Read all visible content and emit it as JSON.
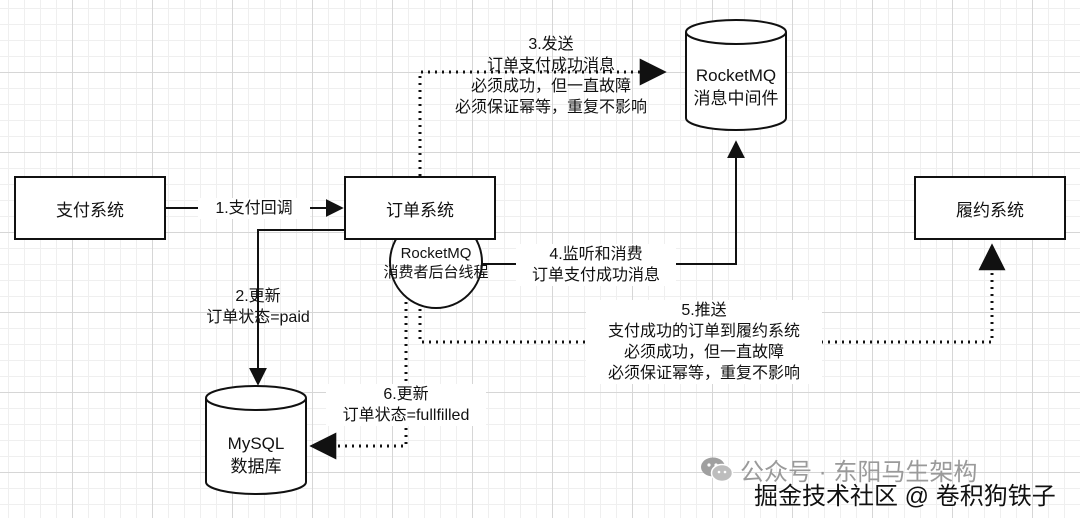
{
  "nodes": {
    "payment_system": "支付系统",
    "order_system": "订单系统",
    "fulfillment_system": "履约系统",
    "rocketmq": {
      "line1": "RocketMQ",
      "line2": "消息中间件"
    },
    "mysql": {
      "line1": "MySQL",
      "line2": "数据库"
    },
    "consumer_thread": {
      "line1": "RocketMQ",
      "line2": "消费者后台线程"
    }
  },
  "edges": {
    "step1": "1.支付回调",
    "step2": {
      "line1": "2.更新",
      "line2": "订单状态=paid"
    },
    "step3": {
      "line1": "3.发送",
      "line2": "订单支付成功消息",
      "line3": "必须成功，但一直故障",
      "line4": "必须保证幂等，重复不影响"
    },
    "step4": {
      "line1": "4.监听和消费",
      "line2": "订单支付成功消息"
    },
    "step5": {
      "line1": "5.推送",
      "line2": "支付成功的订单到履约系统",
      "line3": "必须成功，但一直故障",
      "line4": "必须保证幂等，重复不影响"
    },
    "step6": {
      "line1": "6.更新",
      "line2": "订单状态=fullfilled"
    }
  },
  "watermark": {
    "line1": "公众号 · 东阳马生架构",
    "line2": "掘金技术社区 @ 卷积狗铁子",
    "icon": "wechat-icon"
  },
  "colors": {
    "stroke": "#111111",
    "background": "#ffffff",
    "grid": "#d6d6d6"
  }
}
